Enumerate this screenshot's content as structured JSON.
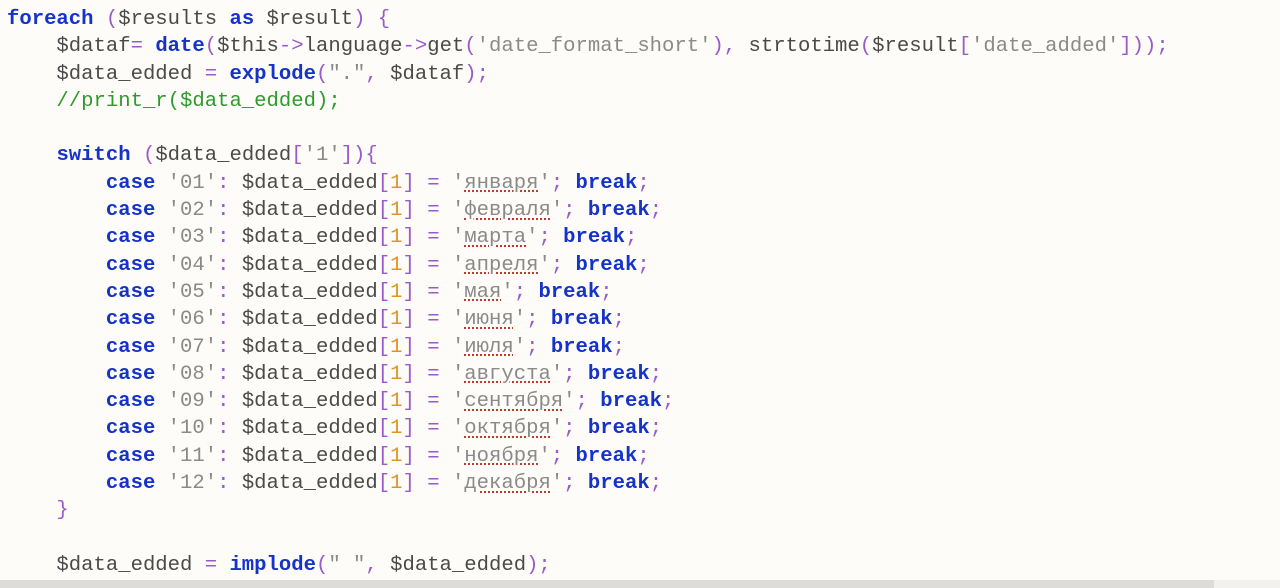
{
  "editor": {
    "lines": [
      [
        [
          "kw",
          "foreach"
        ],
        [
          "var",
          " "
        ],
        [
          "op",
          "("
        ],
        [
          "var",
          "$results "
        ],
        [
          "kw",
          "as"
        ],
        [
          "var",
          " $result"
        ],
        [
          "op",
          ") {"
        ]
      ],
      [
        [
          "var",
          "    $dataf"
        ],
        [
          "op",
          "= "
        ],
        [
          "kw",
          "date"
        ],
        [
          "op",
          "("
        ],
        [
          "var",
          "$this"
        ],
        [
          "op",
          "->"
        ],
        [
          "var",
          "language"
        ],
        [
          "op",
          "->"
        ],
        [
          "var",
          "get"
        ],
        [
          "op",
          "("
        ],
        [
          "str",
          "'date_format_short'"
        ],
        [
          "op",
          "), "
        ],
        [
          "var",
          "strtotime"
        ],
        [
          "op",
          "("
        ],
        [
          "var",
          "$result"
        ],
        [
          "op",
          "["
        ],
        [
          "str",
          "'date_added'"
        ],
        [
          "op",
          "]));"
        ]
      ],
      [
        [
          "var",
          "    $data_edded "
        ],
        [
          "op",
          "= "
        ],
        [
          "kw",
          "explode"
        ],
        [
          "op",
          "("
        ],
        [
          "str",
          "\".\""
        ],
        [
          "op",
          ", "
        ],
        [
          "var",
          "$dataf"
        ],
        [
          "op",
          ");"
        ]
      ],
      [
        [
          "cmt",
          "    //print_r($data_edded);"
        ]
      ],
      [
        [
          "var",
          ""
        ]
      ],
      [
        [
          "var",
          "    "
        ],
        [
          "kw",
          "switch"
        ],
        [
          "var",
          " "
        ],
        [
          "op",
          "("
        ],
        [
          "var",
          "$data_edded"
        ],
        [
          "op",
          "["
        ],
        [
          "str",
          "'1'"
        ],
        [
          "op",
          "]){"
        ]
      ],
      [
        [
          "var",
          "        "
        ],
        [
          "kw",
          "case"
        ],
        [
          "var",
          " "
        ],
        [
          "str",
          "'01'"
        ],
        [
          "op",
          ": "
        ],
        [
          "var",
          "$data_edded"
        ],
        [
          "op",
          "["
        ],
        [
          "num",
          "1"
        ],
        [
          "op",
          "] = "
        ],
        [
          "str",
          "'"
        ],
        [
          "ru",
          "января"
        ],
        [
          "str",
          "'"
        ],
        [
          "op",
          "; "
        ],
        [
          "kw",
          "break"
        ],
        [
          "op",
          ";"
        ]
      ],
      [
        [
          "var",
          "        "
        ],
        [
          "kw",
          "case"
        ],
        [
          "var",
          " "
        ],
        [
          "str",
          "'02'"
        ],
        [
          "op",
          ": "
        ],
        [
          "var",
          "$data_edded"
        ],
        [
          "op",
          "["
        ],
        [
          "num",
          "1"
        ],
        [
          "op",
          "] = "
        ],
        [
          "str",
          "'"
        ],
        [
          "ru",
          "февраля"
        ],
        [
          "str",
          "'"
        ],
        [
          "op",
          "; "
        ],
        [
          "kw",
          "break"
        ],
        [
          "op",
          ";"
        ]
      ],
      [
        [
          "var",
          "        "
        ],
        [
          "kw",
          "case"
        ],
        [
          "var",
          " "
        ],
        [
          "str",
          "'03'"
        ],
        [
          "op",
          ": "
        ],
        [
          "var",
          "$data_edded"
        ],
        [
          "op",
          "["
        ],
        [
          "num",
          "1"
        ],
        [
          "op",
          "] = "
        ],
        [
          "str",
          "'"
        ],
        [
          "ru",
          "марта"
        ],
        [
          "str",
          "'"
        ],
        [
          "op",
          "; "
        ],
        [
          "kw",
          "break"
        ],
        [
          "op",
          ";"
        ]
      ],
      [
        [
          "var",
          "        "
        ],
        [
          "kw",
          "case"
        ],
        [
          "var",
          " "
        ],
        [
          "str",
          "'04'"
        ],
        [
          "op",
          ": "
        ],
        [
          "var",
          "$data_edded"
        ],
        [
          "op",
          "["
        ],
        [
          "num",
          "1"
        ],
        [
          "op",
          "] = "
        ],
        [
          "str",
          "'"
        ],
        [
          "ru",
          "апреля"
        ],
        [
          "str",
          "'"
        ],
        [
          "op",
          "; "
        ],
        [
          "kw",
          "break"
        ],
        [
          "op",
          ";"
        ]
      ],
      [
        [
          "var",
          "        "
        ],
        [
          "kw",
          "case"
        ],
        [
          "var",
          " "
        ],
        [
          "str",
          "'05'"
        ],
        [
          "op",
          ": "
        ],
        [
          "var",
          "$data_edded"
        ],
        [
          "op",
          "["
        ],
        [
          "num",
          "1"
        ],
        [
          "op",
          "] = "
        ],
        [
          "str",
          "'"
        ],
        [
          "ru",
          "мая"
        ],
        [
          "str",
          "'"
        ],
        [
          "op",
          "; "
        ],
        [
          "kw",
          "break"
        ],
        [
          "op",
          ";"
        ]
      ],
      [
        [
          "var",
          "        "
        ],
        [
          "kw",
          "case"
        ],
        [
          "var",
          " "
        ],
        [
          "str",
          "'06'"
        ],
        [
          "op",
          ": "
        ],
        [
          "var",
          "$data_edded"
        ],
        [
          "op",
          "["
        ],
        [
          "num",
          "1"
        ],
        [
          "op",
          "] = "
        ],
        [
          "str",
          "'"
        ],
        [
          "ru",
          "июня"
        ],
        [
          "str",
          "'"
        ],
        [
          "op",
          "; "
        ],
        [
          "kw",
          "break"
        ],
        [
          "op",
          ";"
        ]
      ],
      [
        [
          "var",
          "        "
        ],
        [
          "kw",
          "case"
        ],
        [
          "var",
          " "
        ],
        [
          "str",
          "'07'"
        ],
        [
          "op",
          ": "
        ],
        [
          "var",
          "$data_edded"
        ],
        [
          "op",
          "["
        ],
        [
          "num",
          "1"
        ],
        [
          "op",
          "] = "
        ],
        [
          "str",
          "'"
        ],
        [
          "ru",
          "июля"
        ],
        [
          "str",
          "'"
        ],
        [
          "op",
          "; "
        ],
        [
          "kw",
          "break"
        ],
        [
          "op",
          ";"
        ]
      ],
      [
        [
          "var",
          "        "
        ],
        [
          "kw",
          "case"
        ],
        [
          "var",
          " "
        ],
        [
          "str",
          "'08'"
        ],
        [
          "op",
          ": "
        ],
        [
          "var",
          "$data_edded"
        ],
        [
          "op",
          "["
        ],
        [
          "num",
          "1"
        ],
        [
          "op",
          "] = "
        ],
        [
          "str",
          "'"
        ],
        [
          "ru",
          "августа"
        ],
        [
          "str",
          "'"
        ],
        [
          "op",
          "; "
        ],
        [
          "kw",
          "break"
        ],
        [
          "op",
          ";"
        ]
      ],
      [
        [
          "var",
          "        "
        ],
        [
          "kw",
          "case"
        ],
        [
          "var",
          " "
        ],
        [
          "str",
          "'09'"
        ],
        [
          "op",
          ": "
        ],
        [
          "var",
          "$data_edded"
        ],
        [
          "op",
          "["
        ],
        [
          "num",
          "1"
        ],
        [
          "op",
          "] = "
        ],
        [
          "str",
          "'"
        ],
        [
          "ru",
          "сентября"
        ],
        [
          "str",
          "'"
        ],
        [
          "op",
          "; "
        ],
        [
          "kw",
          "break"
        ],
        [
          "op",
          ";"
        ]
      ],
      [
        [
          "var",
          "        "
        ],
        [
          "kw",
          "case"
        ],
        [
          "var",
          " "
        ],
        [
          "str",
          "'10'"
        ],
        [
          "op",
          ": "
        ],
        [
          "var",
          "$data_edded"
        ],
        [
          "op",
          "["
        ],
        [
          "num",
          "1"
        ],
        [
          "op",
          "] = "
        ],
        [
          "str",
          "'"
        ],
        [
          "ru",
          "октября"
        ],
        [
          "str",
          "'"
        ],
        [
          "op",
          "; "
        ],
        [
          "kw",
          "break"
        ],
        [
          "op",
          ";"
        ]
      ],
      [
        [
          "var",
          "        "
        ],
        [
          "kw",
          "case"
        ],
        [
          "var",
          " "
        ],
        [
          "str",
          "'11'"
        ],
        [
          "op",
          ": "
        ],
        [
          "var",
          "$data_edded"
        ],
        [
          "op",
          "["
        ],
        [
          "num",
          "1"
        ],
        [
          "op",
          "] = "
        ],
        [
          "str",
          "'"
        ],
        [
          "ru",
          "ноября"
        ],
        [
          "str",
          "'"
        ],
        [
          "op",
          "; "
        ],
        [
          "kw",
          "break"
        ],
        [
          "op",
          ";"
        ]
      ],
      [
        [
          "var",
          "        "
        ],
        [
          "kw",
          "case"
        ],
        [
          "var",
          " "
        ],
        [
          "str",
          "'12'"
        ],
        [
          "op",
          ": "
        ],
        [
          "var",
          "$data_edded"
        ],
        [
          "op",
          "["
        ],
        [
          "num",
          "1"
        ],
        [
          "op",
          "] = "
        ],
        [
          "str",
          "'"
        ],
        [
          "ru",
          "декабря"
        ],
        [
          "str",
          "'"
        ],
        [
          "op",
          "; "
        ],
        [
          "kw",
          "break"
        ],
        [
          "op",
          ";"
        ]
      ],
      [
        [
          "op",
          "    }"
        ]
      ],
      [
        [
          "var",
          ""
        ]
      ],
      [
        [
          "var",
          "    $data_edded "
        ],
        [
          "op",
          "= "
        ],
        [
          "kw",
          "implode"
        ],
        [
          "op",
          "("
        ],
        [
          "str",
          "\" \""
        ],
        [
          "op",
          ", "
        ],
        [
          "var",
          "$data_edded"
        ],
        [
          "op",
          ");"
        ]
      ]
    ]
  },
  "colors": {
    "background": "#fdfcf8",
    "keyword": "#1533c8",
    "operator": "#9b59c9",
    "string": "#8a8a8a",
    "number": "#e09428",
    "comment": "#2e9a2e"
  }
}
